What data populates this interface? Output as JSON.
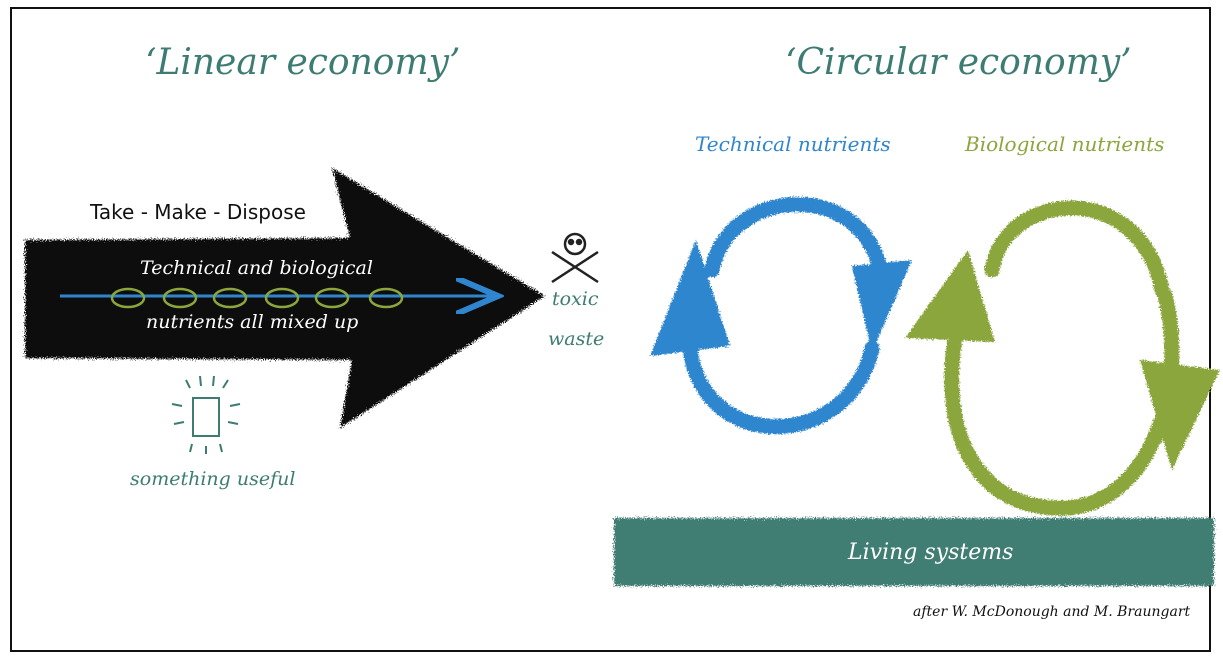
{
  "linear": {
    "title": "‘Linear economy’",
    "flow_label": "Take - Make - Dispose",
    "arrow_text_line1": "Technical and biological",
    "arrow_text_line2": "nutrients all mixed up",
    "toxic_line1": "toxic",
    "toxic_line2": "waste",
    "useful_label": "something useful",
    "toxic_icon": "skull-crossbones-icon",
    "useful_icon": "glowing-box-icon"
  },
  "circular": {
    "title": "‘Circular economy’",
    "technical_label": "Technical nutrients",
    "biological_label": "Biological nutrients",
    "living_label": "Living systems"
  },
  "credit": "after W. McDonough and M. Braungart",
  "colors": {
    "teal": "#3d7c72",
    "technical_blue": "#2f86cf",
    "biological_green": "#8aa63c",
    "living_band": "#3f7d73",
    "arrow_black": "#111111"
  }
}
